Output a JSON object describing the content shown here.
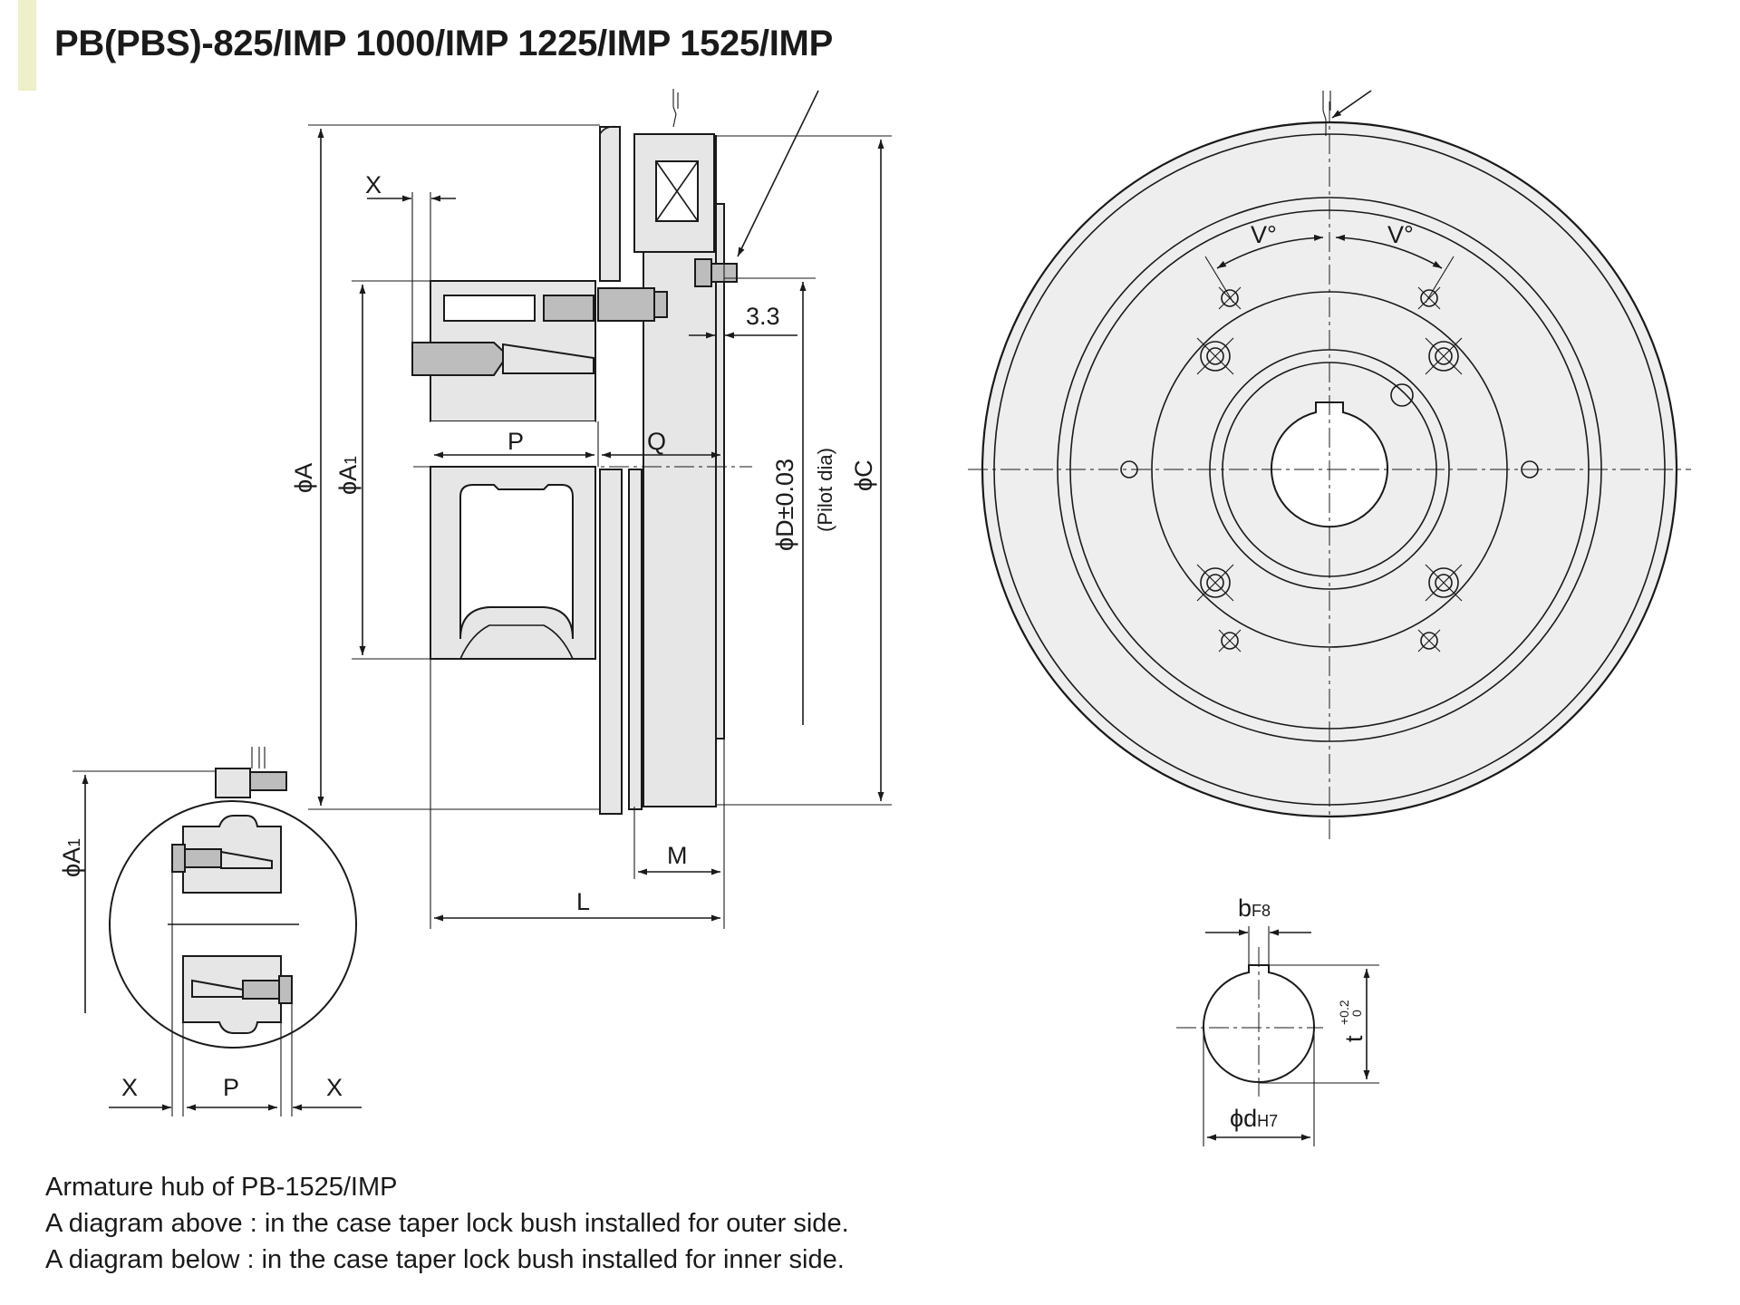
{
  "title": "PB(PBS)-825/IMP 1000/IMP 1225/IMP 1525/IMP",
  "colors": {
    "title_accent": "#efefc9",
    "part_fill": "#e6e6e6",
    "line": "#1a1a1a"
  },
  "dimensions": {
    "x": "X",
    "p": "P",
    "q": "Q",
    "m": "M",
    "l": "L",
    "gap": "3.3",
    "phi": "ϕ",
    "a": "A",
    "a1": "A",
    "a1_sub": "1",
    "d": "D",
    "d_tol": "±0.03",
    "pilot": "(Pilot dia)",
    "c": "C",
    "v": "V°",
    "b": "b",
    "b_sub": "F8",
    "t": "t",
    "t_sup": "+0.2",
    "t_low": "0",
    "d_small": "d",
    "d_small_sub": "H7"
  },
  "notes": [
    "Armature hub of PB-1525/IMP",
    "A diagram above : in the case taper lock bush installed for outer side.",
    "A diagram below : in the case taper lock bush installed for inner side."
  ]
}
